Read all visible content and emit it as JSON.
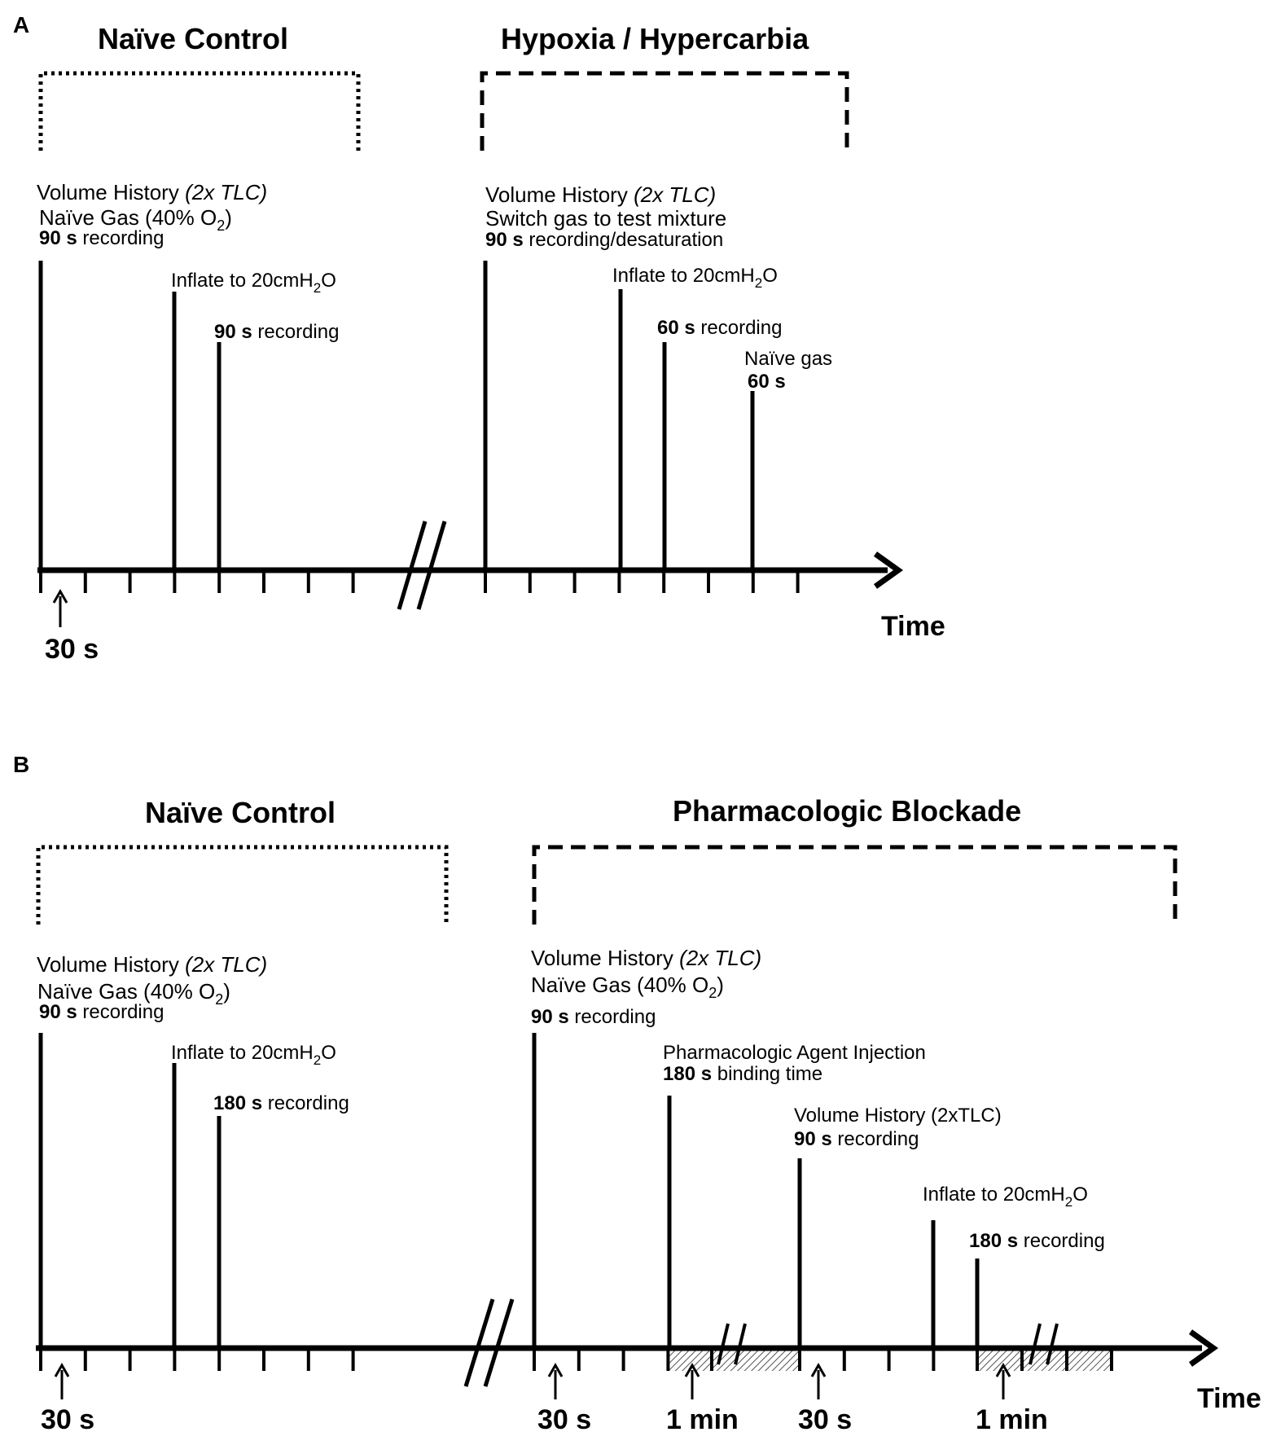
{
  "panelA": {
    "letter": "A",
    "naive_title": "Naïve Control",
    "test_title": "Hypoxia / Hypercarbia",
    "naive_labels": [
      {
        "l1": "Volume History ",
        "l1_it": "(2x TLC)"
      },
      {
        "l2a": "Naïve Gas (40% O",
        "l2sub": "2",
        "l2b": ")"
      },
      {
        "bold": "90 s",
        "rest": " recording"
      },
      {
        "a": "Inflate to 20cmH",
        "sub": "2",
        "b": "O"
      },
      {
        "bold": "90 s",
        "rest": " recording"
      }
    ],
    "test_labels": [
      {
        "l1": "Volume History ",
        "l1_it": "(2x TLC)"
      },
      {
        "text": "Switch gas to test mixture"
      },
      {
        "bold": "90 s",
        "rest": " recording/desaturation"
      },
      {
        "a": "Inflate to 20cmH",
        "sub": "2",
        "b": "O"
      },
      {
        "bold": "60 s",
        "rest": " recording"
      },
      {
        "text": "Naïve gas"
      },
      {
        "bold": "60 s"
      }
    ],
    "tick_label": "30 s",
    "axis_label": "Time"
  },
  "panelB": {
    "letter": "B",
    "naive_title": "Naïve Control",
    "test_title": "Pharmacologic Blockade",
    "naive_labels": [
      {
        "l1": "Volume History ",
        "l1_it": "(2x TLC)"
      },
      {
        "l2a": "Naïve Gas (40% O",
        "l2sub": "2",
        "l2b": ")"
      },
      {
        "bold": "90 s",
        "rest": " recording"
      },
      {
        "a": "Inflate to 20cmH",
        "sub": "2",
        "b": "O"
      },
      {
        "bold": "180 s",
        "rest": " recording"
      }
    ],
    "test_labels": [
      {
        "l1": "Volume History ",
        "l1_it": "(2x TLC)"
      },
      {
        "l2a": "Naïve Gas (40% O",
        "l2sub": "2",
        "l2b": ")"
      },
      {
        "bold": "90 s",
        "rest": " recording"
      },
      {
        "text": "Pharmacologic Agent Injection"
      },
      {
        "bold": "180 s",
        "rest": " binding time"
      },
      {
        "text": "Volume History (2xTLC)"
      },
      {
        "bold": "90 s",
        "rest": " recording"
      },
      {
        "a": "Inflate to 20cmH",
        "sub": "2",
        "b": "O"
      },
      {
        "bold": "180 s",
        "rest": " recording"
      }
    ],
    "tick_labels": [
      "30 s",
      "30 s",
      "1 min",
      "30 s",
      "1 min"
    ],
    "axis_label": "Time"
  }
}
